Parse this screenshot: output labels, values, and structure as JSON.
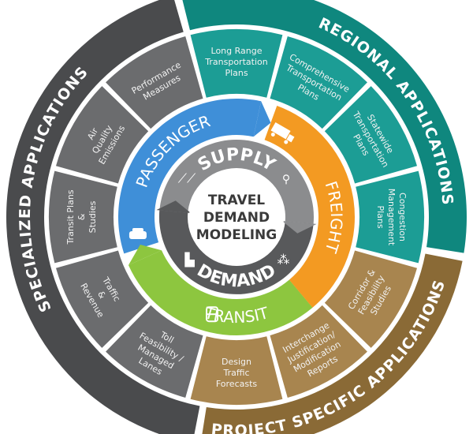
{
  "center": {
    "lines": [
      "TRAVEL",
      "DEMAND",
      "MODELING"
    ]
  },
  "inner_ring": {
    "top": "SUPPLY",
    "bottom": "DEMAND"
  },
  "mode_ring": [
    {
      "label": "PASSENGER",
      "color": "#3f8fd8",
      "icon": "car-icon"
    },
    {
      "label": "FREIGHT",
      "color": "#f39a22",
      "icon": "truck-icon"
    },
    {
      "label": "TRANSIT",
      "color": "#8dc63f",
      "icon": "bus-icon"
    }
  ],
  "bands": [
    {
      "label": "REGIONAL APPLICATIONS",
      "color": "#0f877e",
      "segment_color": "#1c9d95"
    },
    {
      "label": "PROJECT SPECIFIC APPLICATIONS",
      "color": "#8a6a36",
      "segment_color": "#a8854f"
    },
    {
      "label": "SPECIALIZED APPLICATIONS",
      "color": "#4a4b4d",
      "segment_color": "#6b6c6e"
    }
  ],
  "segments": [
    {
      "band": 0,
      "lines": [
        "Long Range",
        "Transportation",
        "Plans"
      ]
    },
    {
      "band": 0,
      "lines": [
        "Comprehensive",
        "Transportation",
        "Plans"
      ]
    },
    {
      "band": 0,
      "lines": [
        "Statewide",
        "Transportation",
        "Plans"
      ]
    },
    {
      "band": 0,
      "lines": [
        "Congestion",
        "Management",
        "Plans"
      ]
    },
    {
      "band": 1,
      "lines": [
        "Corridor &",
        "Feasibility",
        "Studies"
      ]
    },
    {
      "band": 1,
      "lines": [
        "Interchange",
        "Justification/",
        "Modification",
        "Reports"
      ]
    },
    {
      "band": 1,
      "lines": [
        "Design",
        "Traffic",
        "Forecasts"
      ]
    },
    {
      "band": 2,
      "lines": [
        "Toll",
        "Feasibility /",
        "Managed",
        "Lanes"
      ]
    },
    {
      "band": 2,
      "lines": [
        "Traffic",
        "&",
        "Revenue"
      ]
    },
    {
      "band": 2,
      "lines": [
        "Transit Plans",
        "&",
        "Studies"
      ]
    },
    {
      "band": 2,
      "lines": [
        "Air",
        "Quality",
        "Emissions"
      ]
    },
    {
      "band": 2,
      "lines": [
        "Performance",
        "Measures"
      ]
    }
  ]
}
